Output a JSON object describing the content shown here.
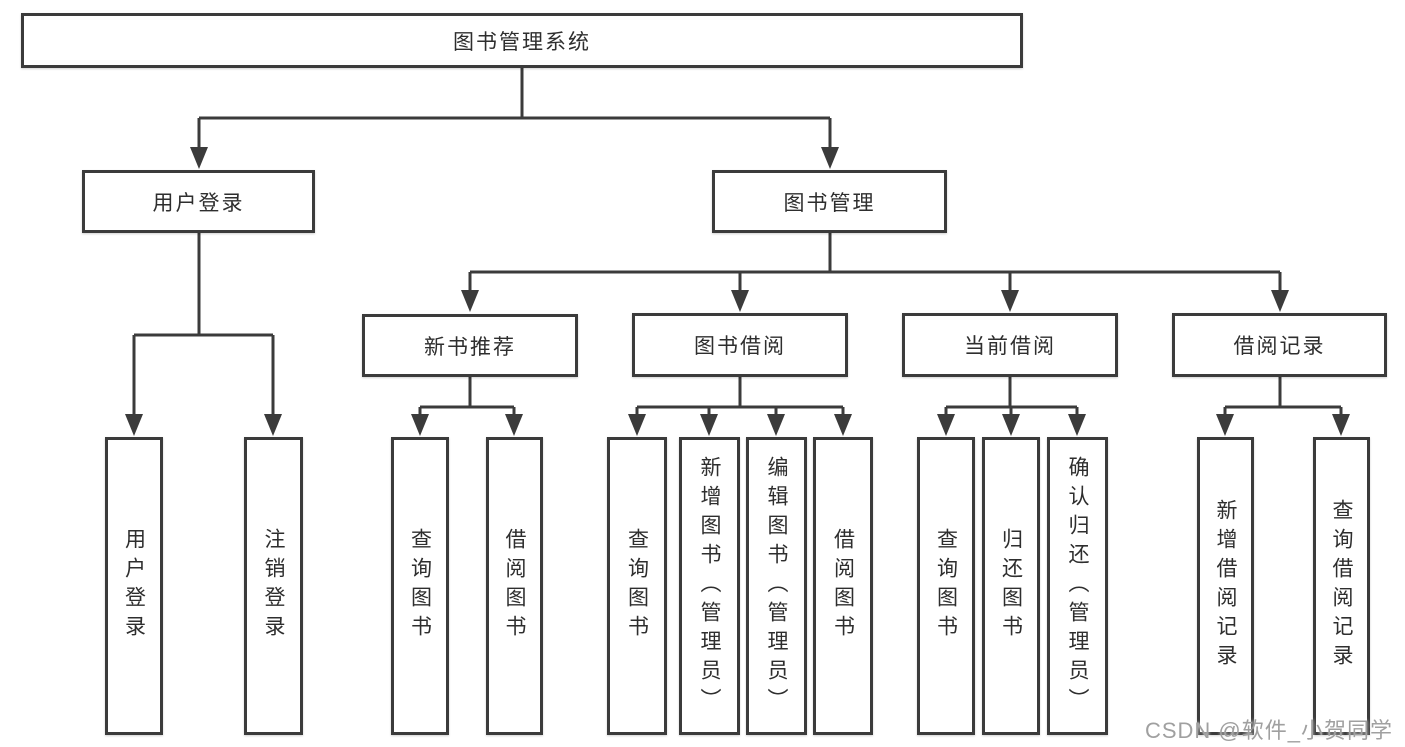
{
  "diagram": {
    "root": {
      "label": "图书管理系统"
    },
    "user_login": {
      "label": "用户登录",
      "children": [
        "用户登录",
        "注销登录"
      ]
    },
    "book_mgmt": {
      "label": "图书管理"
    },
    "new_book": {
      "label": "新书推荐",
      "children": [
        "查询图书",
        "借阅图书"
      ]
    },
    "book_borrow": {
      "label": "图书借阅",
      "children": [
        "查询图书",
        "新增图书（管理员）",
        "编辑图书（管理员）",
        "借阅图书"
      ]
    },
    "current_borrow": {
      "label": "当前借阅",
      "children": [
        "查询图书",
        "归还图书",
        "确认归还（管理员）"
      ]
    },
    "borrow_record": {
      "label": "借阅记录",
      "children": [
        "新增借阅记录",
        "查询借阅记录"
      ]
    }
  },
  "watermark": {
    "text": "CSDN @软件_小贺同学"
  },
  "colors": {
    "line": "#3b3b3b",
    "text": "#2e2e2e",
    "background": "#ffffff",
    "watermark": "#a0a0a0"
  }
}
